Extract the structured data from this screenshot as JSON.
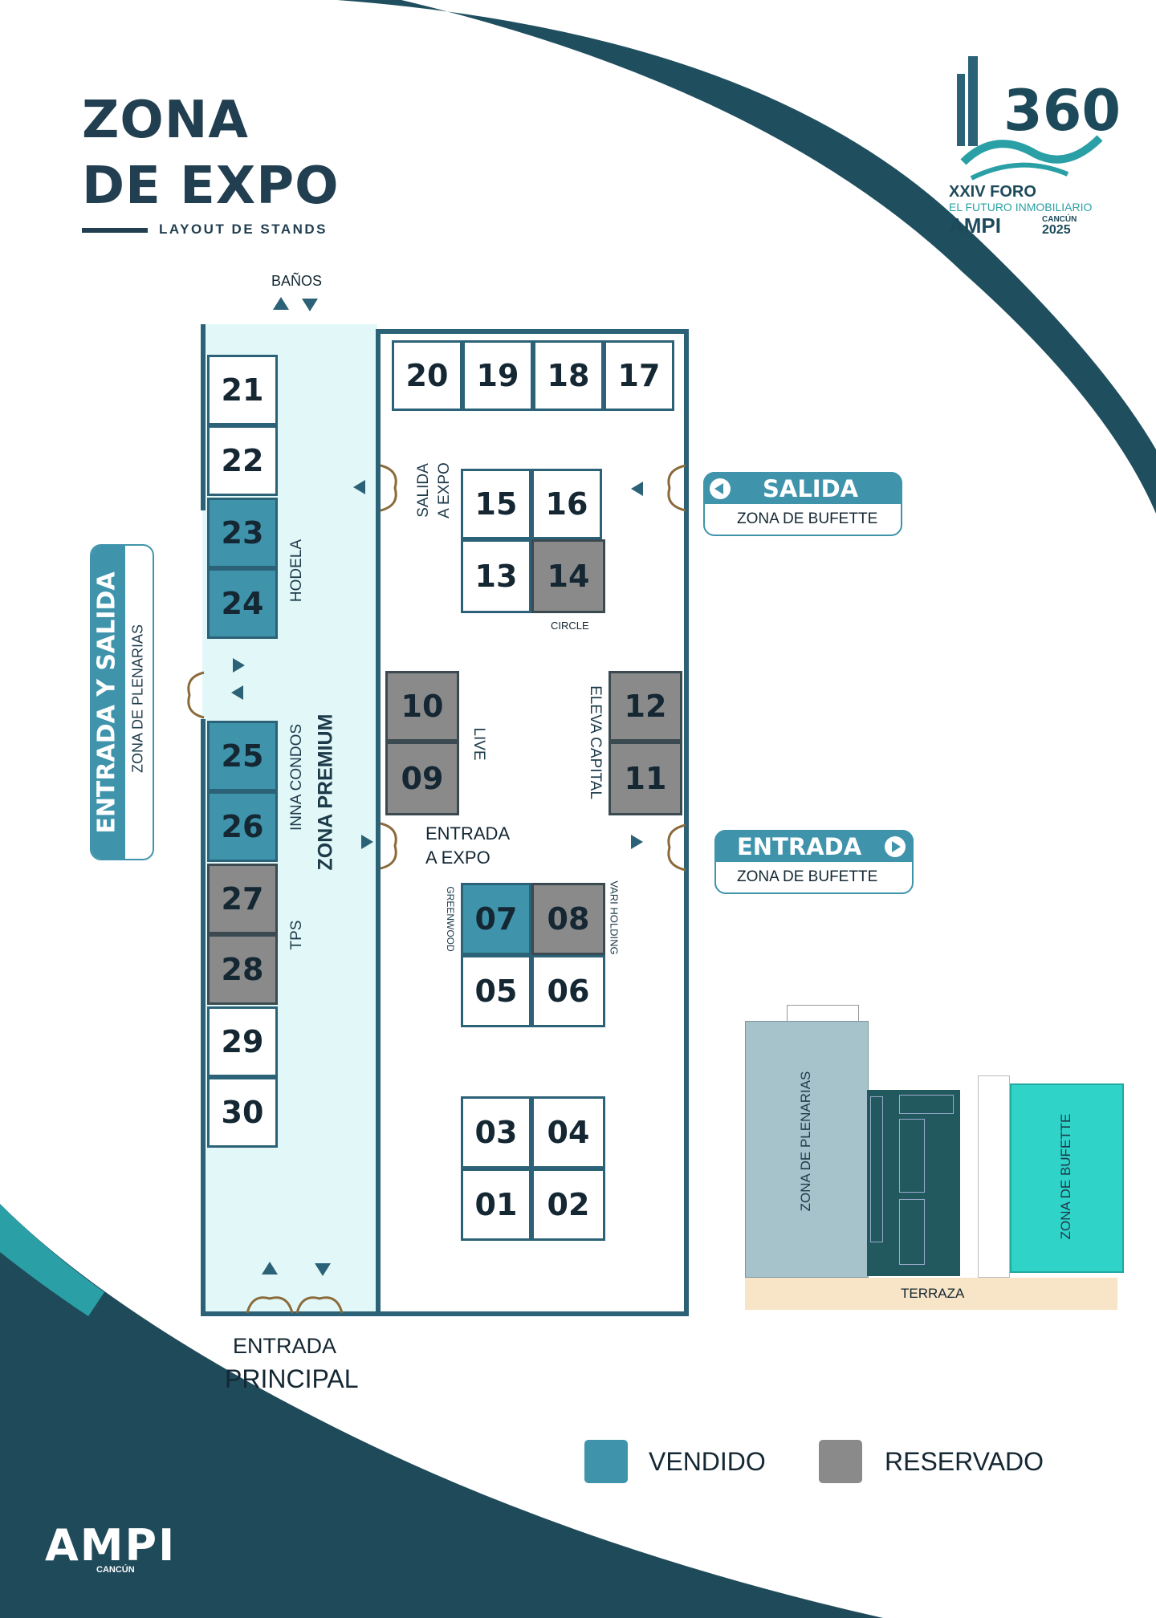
{
  "header": {
    "title_line1": "ZONA",
    "title_line2": "DE EXPO",
    "subtitle": "LAYOUT DE STANDS"
  },
  "logo": {
    "number": "360",
    "forum": "XXIV FORO",
    "tagline": "EL FUTURO INMOBILIARIO",
    "brand": "AMPI",
    "city": "CANCÚN",
    "year": "2025"
  },
  "labels": {
    "banos": "BAÑOS",
    "entrada_principal_1": "ENTRADA",
    "entrada_principal_2": "PRINCIPAL",
    "zona_premium": "ZONA PREMIUM",
    "salida_expo_1": "SALIDA",
    "salida_expo_2": "A EXPO",
    "entrada_expo_1": "ENTRADA",
    "entrada_expo_2": "A EXPO",
    "hodela": "HODELA",
    "inna_condos": "INNA CONDOS",
    "tps": "TPS",
    "circle": "CIRCLE",
    "live": "LIVE",
    "eleva_capital": "ELEVA CAPITAL",
    "greenwood": "GREENWOOD",
    "vari_holding": "VARI HOLDING"
  },
  "signs": {
    "left_main": "ENTRADA Y SALIDA",
    "left_sub": "ZONA DE PLENARIAS",
    "salida_main": "SALIDA",
    "salida_sub": "ZONA DE BUFETTE",
    "entrada_main": "ENTRADA",
    "entrada_sub": "ZONA DE BUFETTE"
  },
  "stands": [
    {
      "id": "21",
      "status": "available"
    },
    {
      "id": "22",
      "status": "available"
    },
    {
      "id": "23",
      "status": "sold"
    },
    {
      "id": "24",
      "status": "sold"
    },
    {
      "id": "25",
      "status": "sold"
    },
    {
      "id": "26",
      "status": "sold"
    },
    {
      "id": "27",
      "status": "reserved"
    },
    {
      "id": "28",
      "status": "reserved"
    },
    {
      "id": "29",
      "status": "available"
    },
    {
      "id": "30",
      "status": "available"
    },
    {
      "id": "20",
      "status": "available"
    },
    {
      "id": "19",
      "status": "available"
    },
    {
      "id": "18",
      "status": "available"
    },
    {
      "id": "17",
      "status": "available"
    },
    {
      "id": "15",
      "status": "available"
    },
    {
      "id": "16",
      "status": "available"
    },
    {
      "id": "13",
      "status": "available"
    },
    {
      "id": "14",
      "status": "reserved"
    },
    {
      "id": "10",
      "status": "reserved"
    },
    {
      "id": "09",
      "status": "reserved"
    },
    {
      "id": "12",
      "status": "reserved"
    },
    {
      "id": "11",
      "status": "reserved"
    },
    {
      "id": "07",
      "status": "sold"
    },
    {
      "id": "08",
      "status": "reserved"
    },
    {
      "id": "05",
      "status": "available"
    },
    {
      "id": "06",
      "status": "available"
    },
    {
      "id": "03",
      "status": "available"
    },
    {
      "id": "04",
      "status": "available"
    },
    {
      "id": "01",
      "status": "available"
    },
    {
      "id": "02",
      "status": "available"
    }
  ],
  "minimap": {
    "plenarias": "ZONA DE PLENARIAS",
    "bufette": "ZONA DE BUFETTE",
    "terraza": "TERRAZA"
  },
  "legend": {
    "sold": "VENDIDO",
    "reserved": "RESERVADO"
  },
  "footer": {
    "brand": "AMPI",
    "city": "CANCÚN"
  },
  "colors": {
    "sold": "#3f94ac",
    "reserved": "#8a8a8a",
    "dark_teal": "#1d4a5a",
    "premium_zone": "#e2f8f8",
    "bufette_zone": "#2fd3c8",
    "plenarias_zone": "#a6c3cc"
  }
}
